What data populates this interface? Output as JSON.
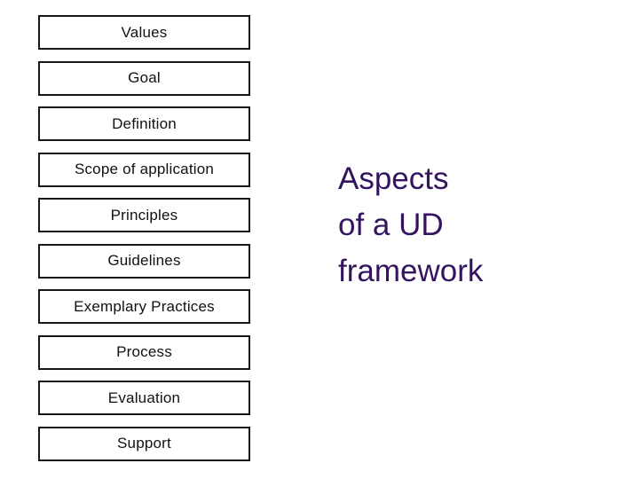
{
  "title": {
    "lines": [
      "Aspects",
      "of a UD",
      "framework"
    ]
  },
  "aspects": [
    "Values",
    "Goal",
    "Definition",
    "Scope of application",
    "Principles",
    "Guidelines",
    "Exemplary Practices",
    "Process",
    "Evaluation",
    "Support"
  ],
  "colors": {
    "background": "#ffffff",
    "box_border": "#161616",
    "box_text": "#111111",
    "title_text": "#34135f"
  }
}
